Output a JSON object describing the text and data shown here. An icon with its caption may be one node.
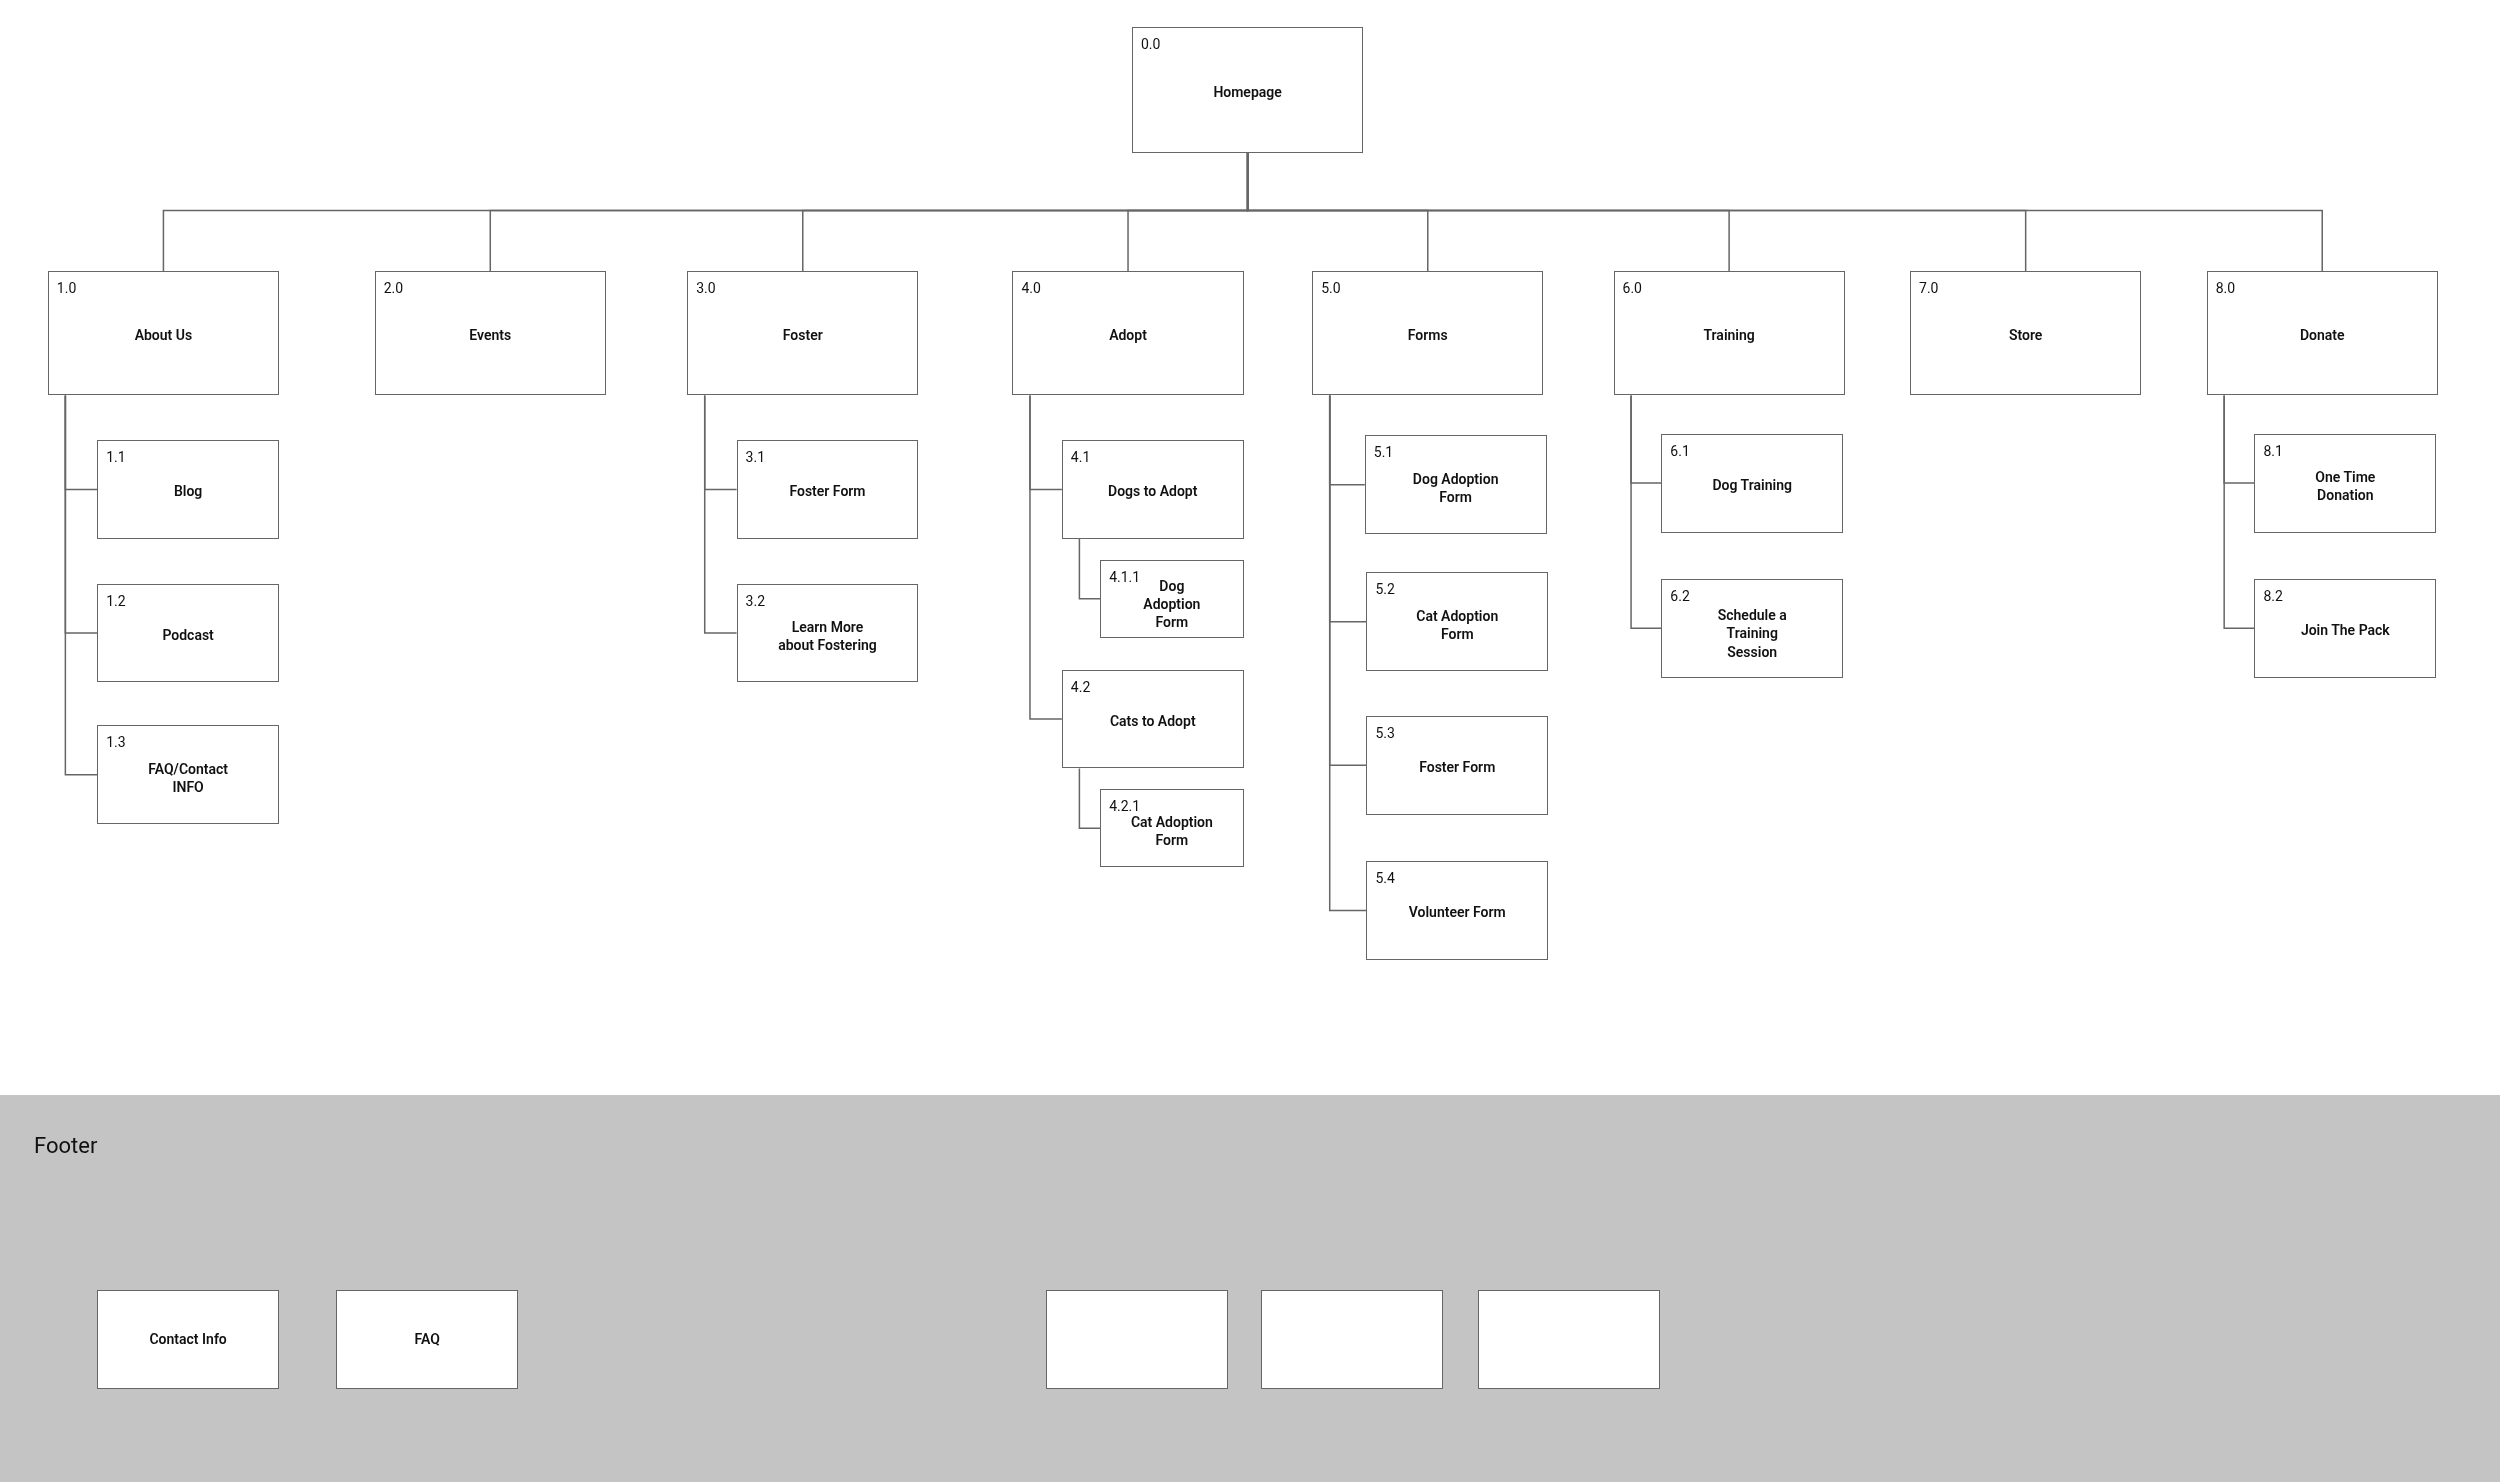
{
  "diagram": {
    "nodes": [
      {
        "text": [
          "0.0",
          "Homepage"
        ]
      },
      {
        "text": [
          "1.0",
          "About Us"
        ]
      },
      {
        "text": [
          "2.0",
          "Events"
        ]
      },
      {
        "text": [
          "3.0",
          "Foster"
        ]
      },
      {
        "text": [
          "4.0",
          "Adopt"
        ]
      },
      {
        "text": [
          "5.0",
          "Forms"
        ]
      },
      {
        "text": [
          "6.0",
          "Training"
        ]
      },
      {
        "text": [
          "7.0",
          "Store"
        ]
      },
      {
        "text": [
          "8.0",
          "Donate"
        ]
      },
      {
        "text": [
          "1.1",
          "Blog"
        ]
      },
      {
        "text": [
          "1.2",
          "Podcast"
        ]
      },
      {
        "text": [
          "1.3",
          "FAQ/Contact INFO"
        ]
      },
      {
        "text": [
          "3.1",
          "Foster Form"
        ]
      },
      {
        "text": [
          "3.2",
          "Learn More about Fostering"
        ]
      },
      {
        "text": [
          "4.1",
          "Dogs to Adopt"
        ]
      },
      {
        "text": [
          "4.1.1",
          "Dog Adoption Form"
        ]
      },
      {
        "text": [
          "4.2",
          "Cats to Adopt"
        ]
      },
      {
        "text": [
          "4.2.1",
          "Cat Adoption Form"
        ]
      },
      {
        "text": [
          "5.1",
          "Dog Adoption Form"
        ]
      },
      {
        "text": [
          "5.2",
          "Cat Adoption Form"
        ]
      },
      {
        "text": [
          "5.3",
          "Foster Form"
        ]
      },
      {
        "text": [
          "5.4",
          "Volunteer Form"
        ]
      },
      {
        "text": [
          "6.1",
          "Dog Training"
        ]
      },
      {
        "text": [
          "6.2",
          "Schedule a Training Session"
        ]
      },
      {
        "text": [
          "8.1",
          "One Time Donation"
        ]
      },
      {
        "text": [
          "8.2",
          "Join The Pack"
        ]
      },
      {
        "text": [
          "Footer"
        ]
      },
      {
        "text": [
          "Contact Info"
        ],
        "in": 26
      },
      {
        "text": [
          "FAQ"
        ],
        "in": 26
      },
      {
        "text": [],
        "shape": "box",
        "in": 26
      },
      {
        "text": [],
        "shape": "box",
        "in": 26
      },
      {
        "text": [],
        "shape": "box",
        "in": 26
      }
    ],
    "edges": [
      {
        "from": 0,
        "to": 1,
        "arrow": "none"
      },
      {
        "from": 0,
        "to": 2,
        "arrow": "none"
      },
      {
        "from": 0,
        "to": 3,
        "arrow": "none"
      },
      {
        "from": 0,
        "to": 4,
        "arrow": "none"
      },
      {
        "from": 0,
        "to": 5,
        "arrow": "none"
      },
      {
        "from": 0,
        "to": 6,
        "arrow": "none"
      },
      {
        "from": 0,
        "to": 7,
        "arrow": "none"
      },
      {
        "from": 0,
        "to": 8,
        "arrow": "none"
      },
      {
        "from": 1,
        "to": 9,
        "arrow": "none"
      },
      {
        "from": 1,
        "to": 10,
        "arrow": "none"
      },
      {
        "from": 1,
        "to": 11,
        "arrow": "none"
      },
      {
        "from": 3,
        "to": 12,
        "arrow": "none"
      },
      {
        "from": 3,
        "to": 13,
        "arrow": "none"
      },
      {
        "from": 4,
        "to": 14,
        "arrow": "none"
      },
      {
        "from": 14,
        "to": 15,
        "arrow": "none"
      },
      {
        "from": 4,
        "to": 16,
        "arrow": "none"
      },
      {
        "from": 16,
        "to": 17,
        "arrow": "none"
      },
      {
        "from": 5,
        "to": 18,
        "arrow": "none"
      },
      {
        "from": 5,
        "to": 19,
        "arrow": "none"
      },
      {
        "from": 5,
        "to": 20,
        "arrow": "none"
      },
      {
        "from": 5,
        "to": 21,
        "arrow": "none"
      },
      {
        "from": 6,
        "to": 22,
        "arrow": "none"
      },
      {
        "from": 6,
        "to": 23,
        "arrow": "none"
      },
      {
        "from": 8,
        "to": 24,
        "arrow": "none"
      },
      {
        "from": 8,
        "to": 25,
        "arrow": "none"
      }
    ]
  }
}
